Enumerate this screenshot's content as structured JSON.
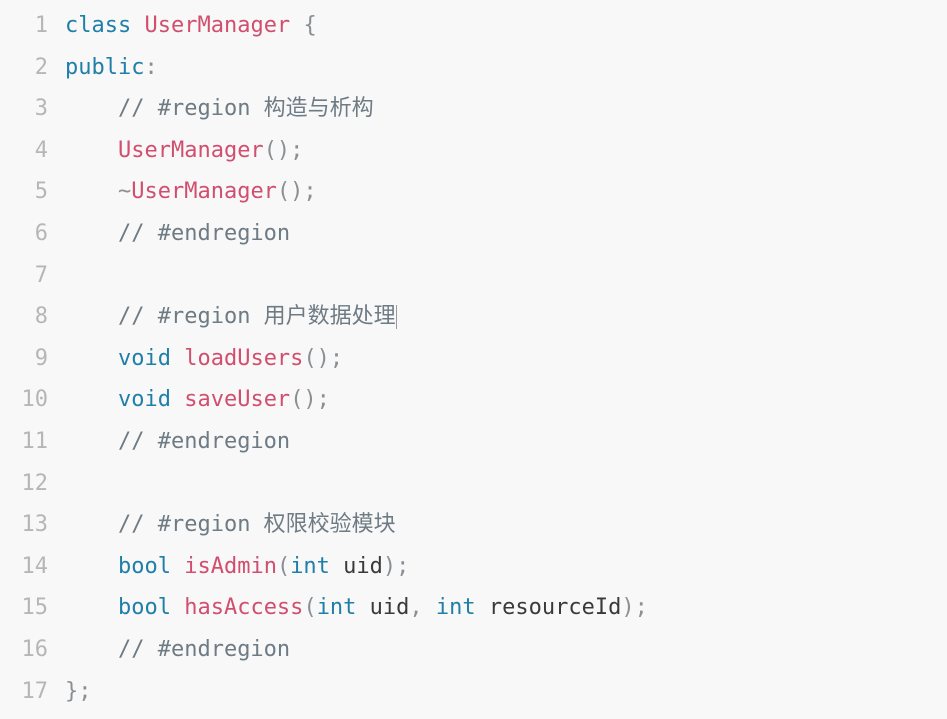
{
  "colors": {
    "background": "#f8f8f8",
    "line_number": "#b6b6b6",
    "keyword": "#1f7fa8",
    "function": "#d14f6e",
    "comment": "#6e7b84",
    "punctuation": "#8a8f94",
    "text": "#3a3a3a"
  },
  "lines": [
    {
      "n": "1",
      "indent": "",
      "tokens": [
        [
          "kw",
          "class"
        ],
        [
          "tx",
          " "
        ],
        [
          "fn",
          "UserManager"
        ],
        [
          "tx",
          " "
        ],
        [
          "pn",
          "{"
        ]
      ]
    },
    {
      "n": "2",
      "indent": "",
      "tokens": [
        [
          "kw",
          "public"
        ],
        [
          "pn",
          ":"
        ]
      ]
    },
    {
      "n": "3",
      "indent": "    ",
      "tokens": [
        [
          "cm",
          "// #region 构造与析构"
        ]
      ]
    },
    {
      "n": "4",
      "indent": "    ",
      "tokens": [
        [
          "fn",
          "UserManager"
        ],
        [
          "pn",
          "();"
        ]
      ]
    },
    {
      "n": "5",
      "indent": "    ",
      "tokens": [
        [
          "pn",
          "~"
        ],
        [
          "fn",
          "UserManager"
        ],
        [
          "pn",
          "();"
        ]
      ]
    },
    {
      "n": "6",
      "indent": "    ",
      "tokens": [
        [
          "cm",
          "// #endregion"
        ]
      ]
    },
    {
      "n": "7",
      "indent": "",
      "tokens": []
    },
    {
      "n": "8",
      "indent": "    ",
      "tokens": [
        [
          "cm",
          "// #region 用户数据处理"
        ]
      ],
      "cursor": true
    },
    {
      "n": "9",
      "indent": "    ",
      "tokens": [
        [
          "kw",
          "void"
        ],
        [
          "tx",
          " "
        ],
        [
          "fn",
          "loadUsers"
        ],
        [
          "pn",
          "();"
        ]
      ]
    },
    {
      "n": "10",
      "indent": "    ",
      "tokens": [
        [
          "kw",
          "void"
        ],
        [
          "tx",
          " "
        ],
        [
          "fn",
          "saveUser"
        ],
        [
          "pn",
          "();"
        ]
      ]
    },
    {
      "n": "11",
      "indent": "    ",
      "tokens": [
        [
          "cm",
          "// #endregion"
        ]
      ]
    },
    {
      "n": "12",
      "indent": "",
      "tokens": []
    },
    {
      "n": "13",
      "indent": "    ",
      "tokens": [
        [
          "cm",
          "// #region 权限校验模块"
        ]
      ]
    },
    {
      "n": "14",
      "indent": "    ",
      "tokens": [
        [
          "kw",
          "bool"
        ],
        [
          "tx",
          " "
        ],
        [
          "fn",
          "isAdmin"
        ],
        [
          "pn",
          "("
        ],
        [
          "kw",
          "int"
        ],
        [
          "tx",
          " uid"
        ],
        [
          "pn",
          ");"
        ]
      ]
    },
    {
      "n": "15",
      "indent": "    ",
      "tokens": [
        [
          "kw",
          "bool"
        ],
        [
          "tx",
          " "
        ],
        [
          "fn",
          "hasAccess"
        ],
        [
          "pn",
          "("
        ],
        [
          "kw",
          "int"
        ],
        [
          "tx",
          " uid"
        ],
        [
          "pn",
          ", "
        ],
        [
          "kw",
          "int"
        ],
        [
          "tx",
          " resourceId"
        ],
        [
          "pn",
          ");"
        ]
      ]
    },
    {
      "n": "16",
      "indent": "    ",
      "tokens": [
        [
          "cm",
          "// #endregion"
        ]
      ]
    },
    {
      "n": "17",
      "indent": "",
      "tokens": [
        [
          "pn",
          "};"
        ]
      ]
    }
  ]
}
